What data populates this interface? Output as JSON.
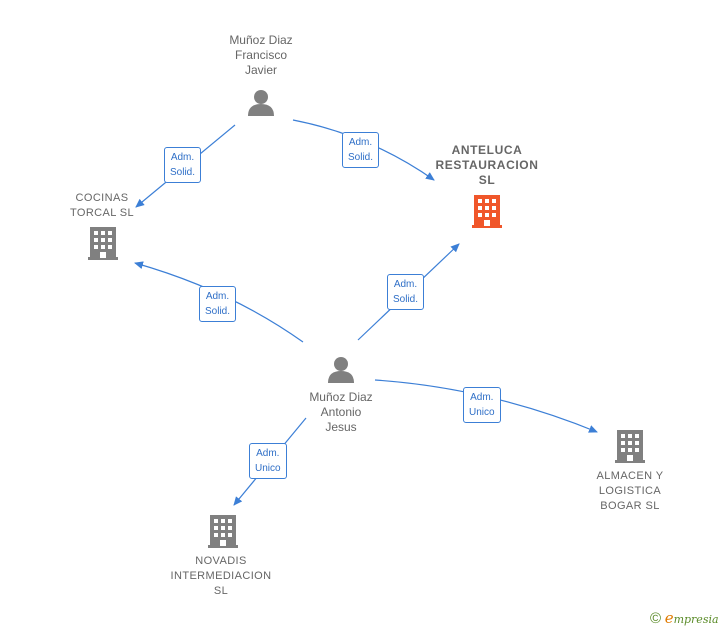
{
  "people": {
    "francisco": "Muñoz Diaz\nFrancisco\nJavier",
    "antonio": "Muñoz Diaz\nAntonio\nJesus"
  },
  "companies": {
    "anteluca": "ANTELUCA\nRESTAURACION\nSL",
    "cocinas": "COCINAS\nTORCAL  SL",
    "almacen": "ALMACEN Y\nLOGISTICA\nBOGAR SL",
    "novadis": "NOVADIS\nINTERMEDIACION\nSL"
  },
  "edges": {
    "francisco_cocinas": [
      "Adm.",
      "Solid."
    ],
    "francisco_anteluca": [
      "Adm.",
      "Solid."
    ],
    "antonio_cocinas": [
      "Adm.",
      "Solid."
    ],
    "antonio_anteluca": [
      "Adm.",
      "Solid."
    ],
    "antonio_almacen": [
      "Adm.",
      "Unico"
    ],
    "antonio_novadis": [
      "Adm.",
      "Unico"
    ]
  },
  "brand": {
    "copyright": "©",
    "e": "e",
    "rest": "mpresia"
  },
  "colors": {
    "edge": "#3c7fd6",
    "node": "#808080",
    "highlight": "#f0562a"
  }
}
